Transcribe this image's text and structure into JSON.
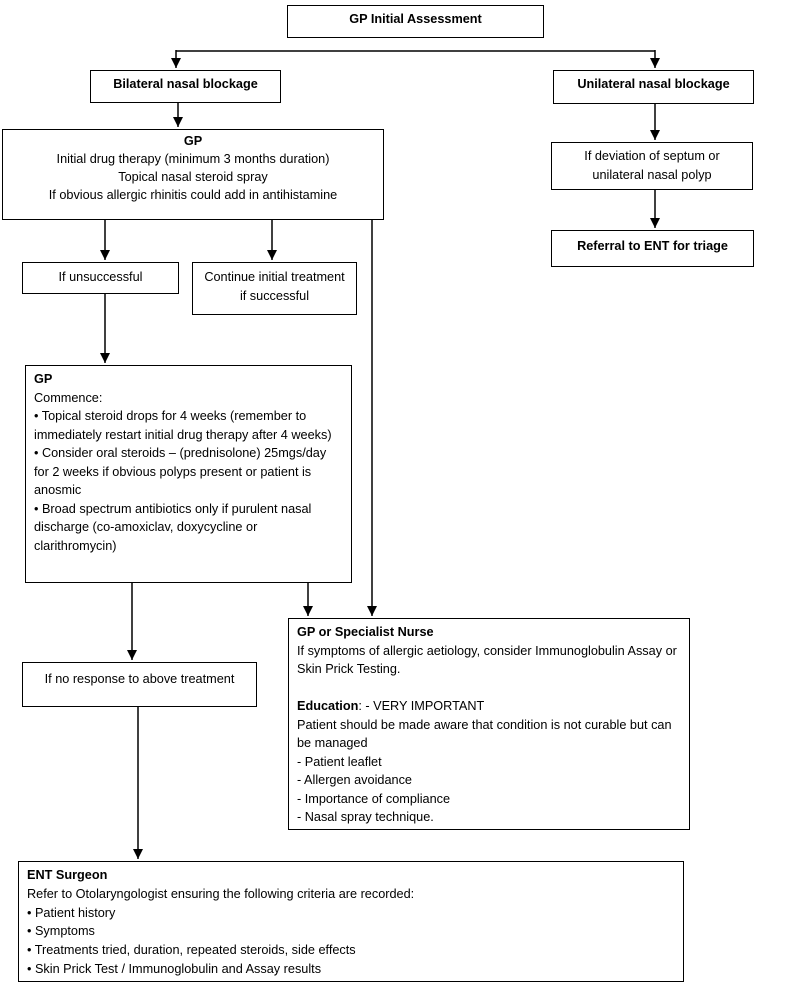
{
  "diagram": {
    "colors": {
      "border": "#000000",
      "background": "#ffffff",
      "text": "#000000"
    },
    "boxes": {
      "assessment": {
        "title": "GP Initial Assessment"
      },
      "bilateral": {
        "title": "Bilateral nasal blockage"
      },
      "unilateral": {
        "title": "Unilateral nasal blockage"
      },
      "gp_initial": {
        "title": "GP",
        "lines": [
          "Initial drug therapy (minimum 3 months duration)",
          "Topical nasal steroid spray",
          "If obvious allergic rhinitis could add in antihistamine"
        ]
      },
      "deviation": {
        "text": "If deviation of septum or unilateral nasal polyp"
      },
      "referral": {
        "title": "Referral to ENT for triage"
      },
      "unsuccessful": {
        "text": "If unsuccessful"
      },
      "continue_treatment": {
        "text": "Continue initial treatment if successful"
      },
      "gp_commence": {
        "title": "GP",
        "lines": [
          "Commence:",
          "• Topical steroid drops for 4 weeks (remember to immediately restart initial drug therapy after 4 weeks)",
          "• Consider oral steroids – (prednisolone) 25mgs/day for 2 weeks if obvious polyps present or patient is anosmic",
          "• Broad spectrum antibiotics only if purulent nasal discharge (co-amoxiclav, doxycycline or clarithromycin)"
        ]
      },
      "no_response": {
        "text": "If no response to above treatment"
      },
      "nurse": {
        "title": "GP or Specialist Nurse",
        "para1": "If symptoms of allergic aetiology, consider Immunoglobulin Assay or Skin Prick Testing.",
        "education_label": "Education",
        "education_note": ": - VERY IMPORTANT",
        "para2": "Patient should be made aware that condition is not curable but can be managed",
        "items": [
          "- Patient leaflet",
          "- Allergen avoidance",
          "- Importance of compliance",
          "- Nasal spray technique."
        ]
      },
      "ent": {
        "title": "ENT Surgeon",
        "intro": "Refer to Otolaryngologist ensuring the following criteria are recorded:",
        "items": [
          "• Patient history",
          "• Symptoms",
          "• Treatments tried, duration, repeated steroids, side effects",
          "• Skin Prick Test / Immunoglobulin and Assay results"
        ]
      }
    }
  }
}
